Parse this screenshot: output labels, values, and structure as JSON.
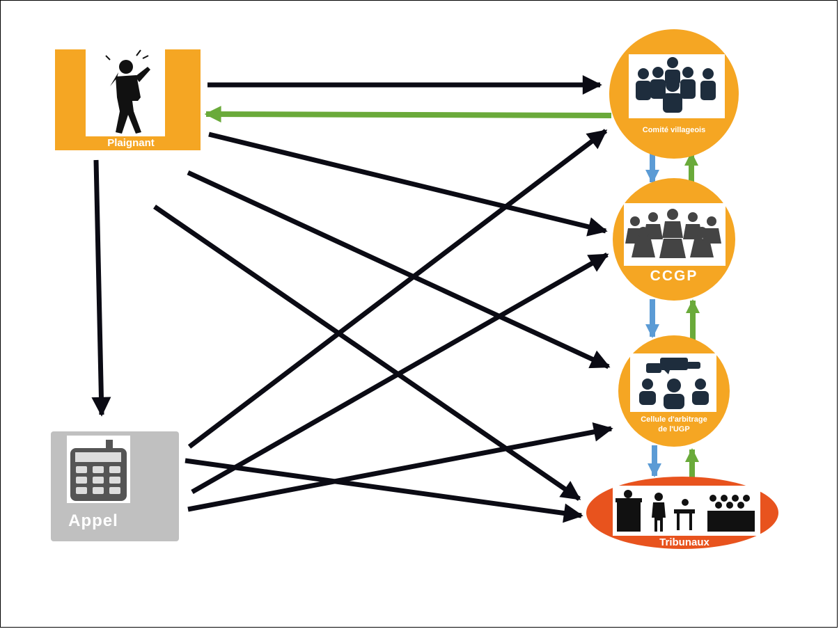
{
  "nodes": {
    "plaignant": {
      "label": "Plaignant",
      "icon": "distressed-person-icon"
    },
    "appel": {
      "label": "Appel",
      "icon": "phone-keypad-icon"
    },
    "comite": {
      "label": "Comité villageois",
      "icon": "group-icon"
    },
    "ccgp": {
      "label": "CCGP",
      "icon": "meeting-group-icon"
    },
    "cellule": {
      "label_line1": "Cellule d'arbitrage",
      "label_line2": "de l'UGP",
      "icon": "discussion-group-icon"
    },
    "tribunaux": {
      "label": "Tribunaux",
      "icon": "courtroom-icon"
    }
  },
  "colors": {
    "orange": "#F5A623",
    "court_red": "#E8531E",
    "appel_gray": "#C0C0C0",
    "arrow_black": "#0b0b14",
    "arrow_green": "#6aaa3a",
    "arrow_blue": "#5b9bd5"
  }
}
